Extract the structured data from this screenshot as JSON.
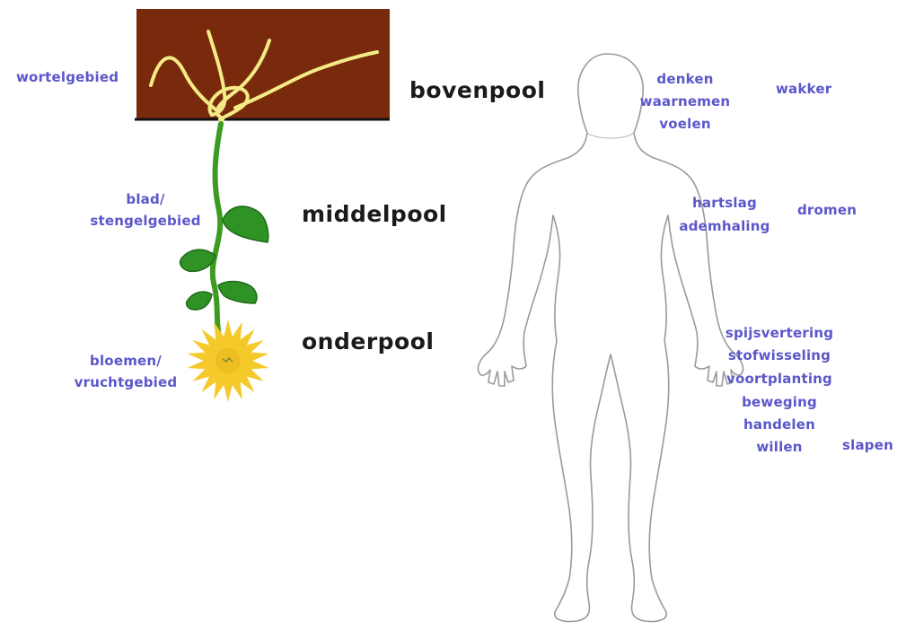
{
  "colors": {
    "soil": "#7a2a0c",
    "root": "#f3ec86",
    "stem": "#3c9b22",
    "leaf": "#2f9225",
    "flower": "#f5c92a",
    "label": "#5b57c9",
    "pole": "#1a1a1a",
    "body_outline": "#9a9a9a"
  },
  "plant": {
    "root_label": "wortelgebied",
    "leaf_label": "blad/\nstengelgebied",
    "flower_label": "bloemen/\nvruchtgebied"
  },
  "poles": {
    "upper": "bovenpool",
    "middle": "middelpool",
    "lower": "onderpool"
  },
  "body": {
    "head_words": [
      "denken",
      "waarnemen",
      "voelen"
    ],
    "head_state": "wakker",
    "chest_words": [
      "hartslag",
      "ademhaling"
    ],
    "chest_state": "dromen",
    "limb_words": [
      "spijsvertering",
      "stofwisseling",
      "voortplanting",
      "beweging",
      "handelen",
      "willen"
    ],
    "limb_state": "slapen"
  }
}
